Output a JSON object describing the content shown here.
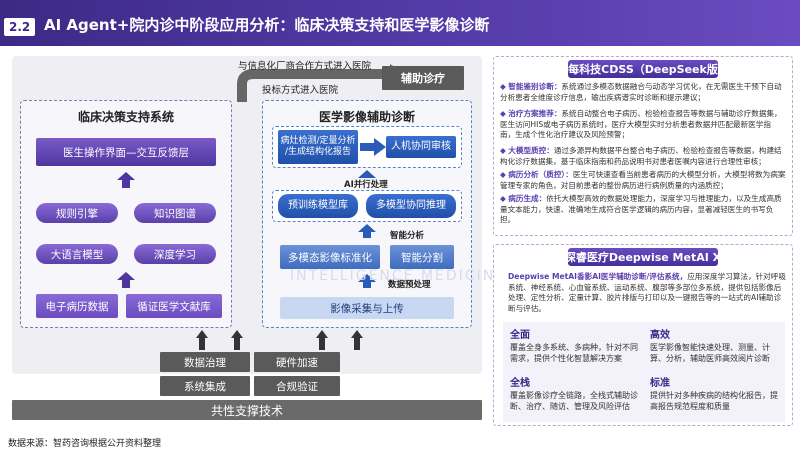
{
  "header": {
    "section_num": "2.2",
    "title": "AI Agent+院内诊中阶段应用分析：临床决策支持和医学影像诊断"
  },
  "left": {
    "top_note_1": "与信息化厂商合作方式进入医院",
    "top_note_2": "投标方式进入医院",
    "aux_diag": "辅助诊疗",
    "cdss": {
      "title": "临床决策支持系统",
      "interaction": "医生操作界面—交互反馈层",
      "rule_engine": "规则引擎",
      "kg": "知识图谱",
      "llm": "大语言模型",
      "dl": "深度学习",
      "emr": "电子病历数据",
      "ebm": "循证医学文献库"
    },
    "imaging": {
      "title": "医学影像辅助诊断",
      "report": "病灶检测/定量分析\n/生成结构化报告",
      "hmi": "人机协同审核",
      "ai_parallel": "AI并行处理",
      "pretrain": "预训练模型库",
      "multimodel": "多模型协同推理",
      "smart_analysis": "智能分析",
      "standardize": "多模态影像标准化",
      "segment": "智能分割",
      "preprocess": "数据预处理",
      "upload": "影像采集与上传"
    },
    "bottom": {
      "data_gov": "数据治理",
      "hw_accel": "硬件加速",
      "sys_int": "系统集成",
      "compliance": "合规验证",
      "common": "共性支撑技术"
    },
    "watermark": "INTELLIGENCE MEDICINE"
  },
  "right": {
    "huimei": {
      "title": "惠每科技CDSS（DeepSeek版）",
      "items": [
        {
          "head": "智能鉴别诊断：",
          "text": "系统通过多模态数据融合与动态学习优化，在无需医生干预下自动分析患者全维度诊疗信息，输出疾病谱实时诊断和提示建议；"
        },
        {
          "head": "治疗方案推荐：",
          "text": "系统自动整合电子病历、检验检查报告等数据与辅助诊疗数据集，医生访问HIS或电子病历系统时，医疗大模型实时分析患者数据并匹配最新医学指南，生成个性化治疗建议及风险预警；"
        },
        {
          "head": "大模型质控：",
          "text": "通过多源异构数据平台整合电子病历、检验检查报告等数据，构建结构化诊疗数据集，基于临床指南和药品说明书对患者医嘱内容进行合理性审核；"
        },
        {
          "head": "病历分析（质控）：",
          "text": "医生可快速查看当前患者病历的大模型分析，大模型将数为病案管理专家的角色，对目前患者的整份病历进行病例质量的内涵质控；"
        },
        {
          "head": "病历生成：",
          "text": "依托大模型高效的数据处理能力，深度学习与推理能力，以及生成高质量文本能力，快速、准确地生成符合医学逻辑的病历内容，显著减轻医生的书写负担。"
        }
      ]
    },
    "deepwise": {
      "title": "深睿医疗Deepwise MetAI X",
      "intro_head": "Deepwise MetAI香影AI医学辅助诊断/评估系统，",
      "intro": "应用深度学习算法，针对呼吸系统、神经系统、心血管系统、运动系统、腹部等多部位多系统，提供包括影像后处理、定性分析、定量计算、胶片排版与打印以及一键报告等的一站式的AI辅助诊断与评估。",
      "cells": [
        {
          "head": "全面",
          "text": "覆盖全身多系统、多病种，针对不同需求，提供个性化智慧解决方案"
        },
        {
          "head": "高效",
          "text": "医学影像智能快速处理、测量、计算、分析，辅助医师高效阅片诊断"
        },
        {
          "head": "全栈",
          "text": "覆盖影像诊疗全链路，全栈式辅助诊断、治疗、随访、管理及风险评估"
        },
        {
          "head": "标准",
          "text": "提供针对多种疾病的结构化报告，提高报告规范程度和质量"
        }
      ]
    }
  },
  "footer": "数据来源：智药咨询根据公开资料整理",
  "colors": {
    "primary": "#3c2a86",
    "blue": "#2050a8",
    "gray": "#5a5a5a"
  }
}
